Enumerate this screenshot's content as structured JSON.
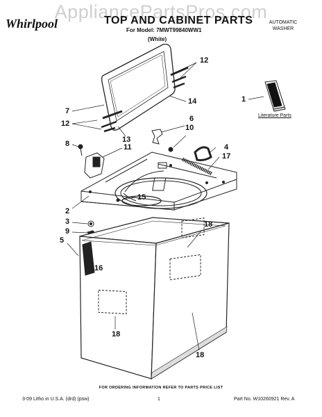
{
  "watermark": "AppliancePartsPros.com",
  "brand": "Whirlpool",
  "title": "TOP AND CABINET PARTS",
  "model_line": "For Model: 7MWT99840WW1",
  "color_line": "(White)",
  "product_type": "AUTOMATIC WASHER",
  "literature_label": "Literature Parts",
  "callouts": {
    "n1": "1",
    "n2": "2",
    "n3": "3",
    "n4": "4",
    "n5": "5",
    "n6": "6",
    "n7": "7",
    "n8": "8",
    "n9": "9",
    "n10": "10",
    "n11": "11",
    "n12a": "12",
    "n12b": "12",
    "n13": "13",
    "n14": "14",
    "n15": "15",
    "n16": "16",
    "n17": "17",
    "n18a": "18",
    "n18b": "18",
    "n18c": "18"
  },
  "footer": {
    "center": "FOR ORDERING INFORMATION REFER TO PARTS PRICE LIST",
    "left": "3-09 Litho in U.S.A. (drd) (psw)",
    "page": "1",
    "right": "Part No. W10260921 Rev. A"
  },
  "colors": {
    "line": "#222222",
    "watermark": "#cfcfcf"
  }
}
